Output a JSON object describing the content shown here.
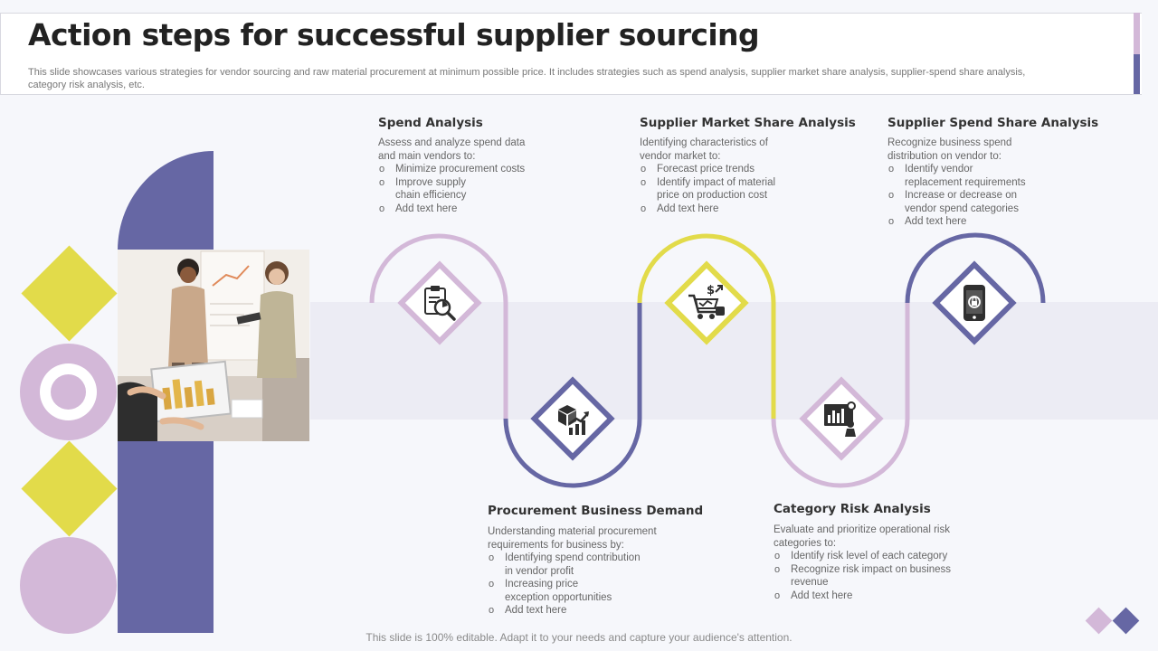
{
  "title": "Action steps for successful supplier sourcing",
  "description": "This slide showcases various strategies for vendor sourcing and raw material procurement at minimum possible price. It includes strategies such as spend analysis, supplier market share analysis, supplier-spend share analysis, category risk analysis, etc.",
  "colors": {
    "purple": "#6667a4",
    "lilac": "#d3b8d8",
    "yellow": "#e2db4a"
  },
  "steps": [
    {
      "title": "Spend Analysis",
      "intro": [
        "Assess and analyze spend data",
        "and main vendors to:"
      ],
      "bullets": [
        [
          "Minimize procurement costs"
        ],
        [
          "Improve supply",
          "chain efficiency"
        ],
        [
          "Add text here"
        ]
      ],
      "icon": "spend-analysis-icon"
    },
    {
      "title": "Procurement Business Demand",
      "intro": [
        "Understanding material procurement",
        "requirements for business by:"
      ],
      "bullets": [
        [
          "Identifying spend contribution",
          "in vendor profit"
        ],
        [
          "Increasing price",
          "exception opportunities"
        ],
        [
          "Add text here"
        ]
      ],
      "icon": "procurement-demand-icon"
    },
    {
      "title": "Supplier Market Share Analysis",
      "intro": [
        "Identifying characteristics of",
        "vendor market to:"
      ],
      "bullets": [
        [
          "Forecast price trends"
        ],
        [
          "Identify impact of material",
          "price on production cost"
        ],
        [
          "Add text here"
        ]
      ],
      "icon": "market-share-icon"
    },
    {
      "title": "Category Risk Analysis",
      "intro": [
        "Evaluate and prioritize operational risk",
        "categories to:"
      ],
      "bullets": [
        [
          "Identify risk level of each category"
        ],
        [
          "Recognize risk impact on business",
          "revenue"
        ],
        [
          "Add text here"
        ]
      ],
      "icon": "risk-analysis-icon"
    },
    {
      "title": "Supplier Spend Share Analysis",
      "intro": [
        "Recognize business spend",
        "distribution on vendor to:"
      ],
      "bullets": [
        [
          "Identify vendor",
          "replacement requirements"
        ],
        [
          "Increase or decrease on",
          "vendor spend categories"
        ],
        [
          "Add text here"
        ]
      ],
      "icon": "spend-share-icon"
    }
  ],
  "footer": "This slide is 100% editable. Adapt it to your needs and capture your audience's attention."
}
